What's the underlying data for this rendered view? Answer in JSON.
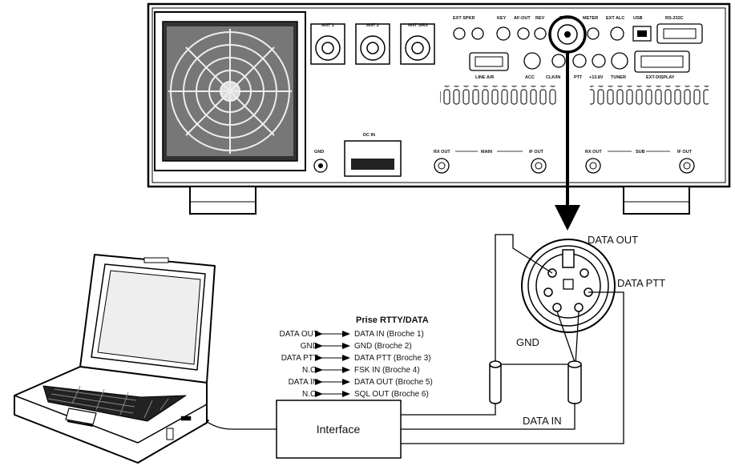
{
  "radio_panel": {
    "antenna_labels": [
      "ANT 1",
      "ANT 2",
      "ANT 3/RX"
    ],
    "port_labels": {
      "ext_spkr": "EXT SPKR",
      "key": "KEY",
      "af_out": "AF-OUT",
      "rev": "REV",
      "data": "DATA",
      "meter": "METER",
      "ext_alc": "EXT ALC",
      "usb": "USB",
      "rs232c": "RS-232C",
      "line_ar": "LINE A/R",
      "acc": "ACC",
      "clk": "CLK/IN",
      "ptt": "PTT",
      "v13_8": "+13.8V",
      "tuner": "TUNER",
      "ext_display": "EXT-DISPLAY",
      "gnd": "GND",
      "dc_in": "DC IN",
      "rx_out_main": "RX OUT",
      "main": "MAIN",
      "if_out_main": "IF OUT",
      "rx_out_sub": "RX OUT",
      "sub": "SUB",
      "if_out_sub": "IF OUT"
    }
  },
  "connector": {
    "data_out": "DATA OUT",
    "data_ptt": "DATA PTT",
    "gnd": "GND",
    "data_in": "DATA IN"
  },
  "pinout": {
    "title": "Prise RTTY/DATA",
    "rows": [
      {
        "left": "DATA OUT",
        "right": "DATA IN (Broche 1)"
      },
      {
        "left": "GND",
        "right": "GND (Broche 2)"
      },
      {
        "left": "DATA PTT",
        "right": "DATA PTT (Broche 3)"
      },
      {
        "left": "N.C.",
        "right": "FSK IN (Broche 4)"
      },
      {
        "left": "DATA IN",
        "right": "DATA OUT (Broche 5)"
      },
      {
        "left": "N.C.",
        "right": "SQL OUT (Broche 6)"
      }
    ]
  },
  "interface_label": "Interface"
}
